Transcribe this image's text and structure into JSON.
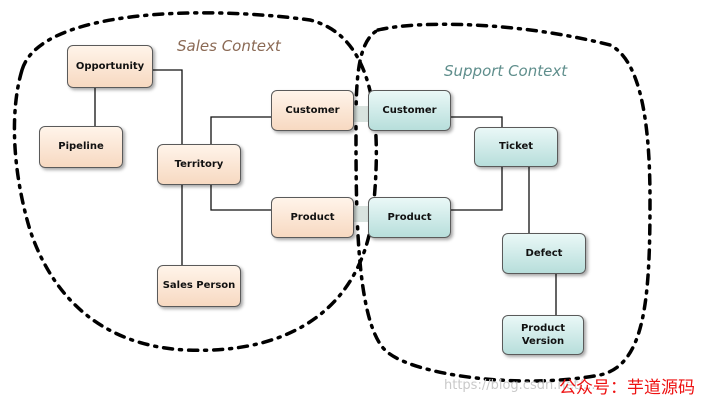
{
  "contexts": {
    "sales": {
      "title": "Sales Context",
      "color": "#8b6a55"
    },
    "support": {
      "title": "Support Context",
      "color": "#5f8e8c"
    }
  },
  "nodes": {
    "opportunity": "Opportunity",
    "pipeline": "Pipeline",
    "territory": "Territory",
    "sales_person": "Sales Person",
    "sales_customer": "Customer",
    "sales_product": "Product",
    "support_customer": "Customer",
    "support_product": "Product",
    "ticket": "Ticket",
    "defect": "Defect",
    "product_version": "Product\nVersion"
  },
  "watermark": {
    "url": "https://blog.csdn.net/...",
    "cn_text": "公众号：芋道源码"
  }
}
